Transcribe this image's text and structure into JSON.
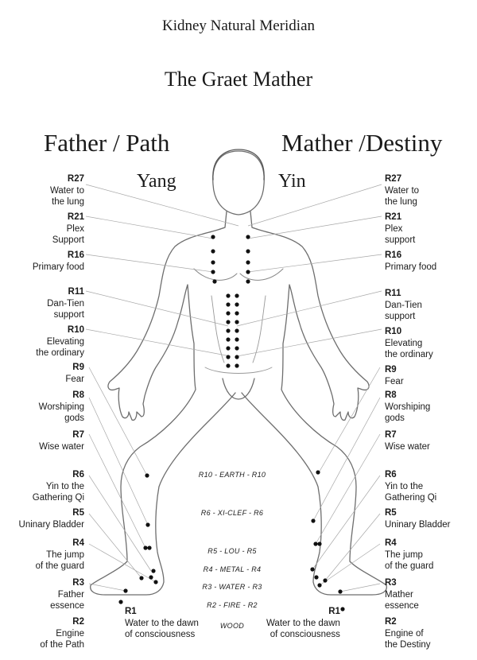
{
  "title": "Kidney Natural Meridian",
  "subtitle": "The Graet Mather",
  "left_heading": "Father / Path",
  "right_heading": "Mather /Destiny",
  "yang_label": "Yang",
  "yin_label": "Yin",
  "left_points": [
    {
      "code": "R27",
      "desc": "Water to\nthe lung"
    },
    {
      "code": "R21",
      "desc": "Plex\nSupport"
    },
    {
      "code": "R16",
      "desc": "Primary food"
    },
    {
      "code": "R11",
      "desc": "Dan-Tien\nsupport"
    },
    {
      "code": "R10",
      "desc": "Elevating\nthe ordinary"
    },
    {
      "code": "R9",
      "desc": "Fear"
    },
    {
      "code": "R8",
      "desc": "Worshiping\ngods"
    },
    {
      "code": "R7",
      "desc": "Wise water"
    },
    {
      "code": "R6",
      "desc": "Yin to the\nGathering Qi"
    },
    {
      "code": "R5",
      "desc": "Uninary Bladder"
    },
    {
      "code": "R4",
      "desc": "The jump\nof the guard"
    },
    {
      "code": "R3",
      "desc": "Father\nessence"
    },
    {
      "code": "R2",
      "desc": "Engine\nof the Path"
    }
  ],
  "right_points": [
    {
      "code": "R27",
      "desc": "Water to\nthe lung"
    },
    {
      "code": "R21",
      "desc": "Plex\nsupport"
    },
    {
      "code": "R16",
      "desc": "Primary food"
    },
    {
      "code": "R11",
      "desc": "Dan-Tien\nsupport"
    },
    {
      "code": "R10",
      "desc": "Elevating\nthe ordinary"
    },
    {
      "code": "R9",
      "desc": "Fear"
    },
    {
      "code": "R8",
      "desc": "Worshiping\ngods"
    },
    {
      "code": "R7",
      "desc": "Wise water"
    },
    {
      "code": "R6",
      "desc": "Yin to the\nGathering Qi"
    },
    {
      "code": "R5",
      "desc": "Uninary Bladder"
    },
    {
      "code": "R4",
      "desc": "The jump\nof the guard"
    },
    {
      "code": "R3",
      "desc": "Mather\nessence"
    },
    {
      "code": "R2",
      "desc": "Engine of\nthe Destiny"
    }
  ],
  "left_r1": {
    "code": "R1",
    "desc": "Water to the dawn\nof consciousness"
  },
  "right_r1": {
    "code": "R1",
    "desc": "Water to the dawn\nof consciousness"
  },
  "elements": [
    "R10 - EARTH - R10",
    "R6 - XI-CLEF - R6",
    "R5 - LOU - R5",
    "R4 - METAL - R4",
    "R3 - WATER - R3",
    "R2 - FIRE - R2",
    "WOOD"
  ]
}
